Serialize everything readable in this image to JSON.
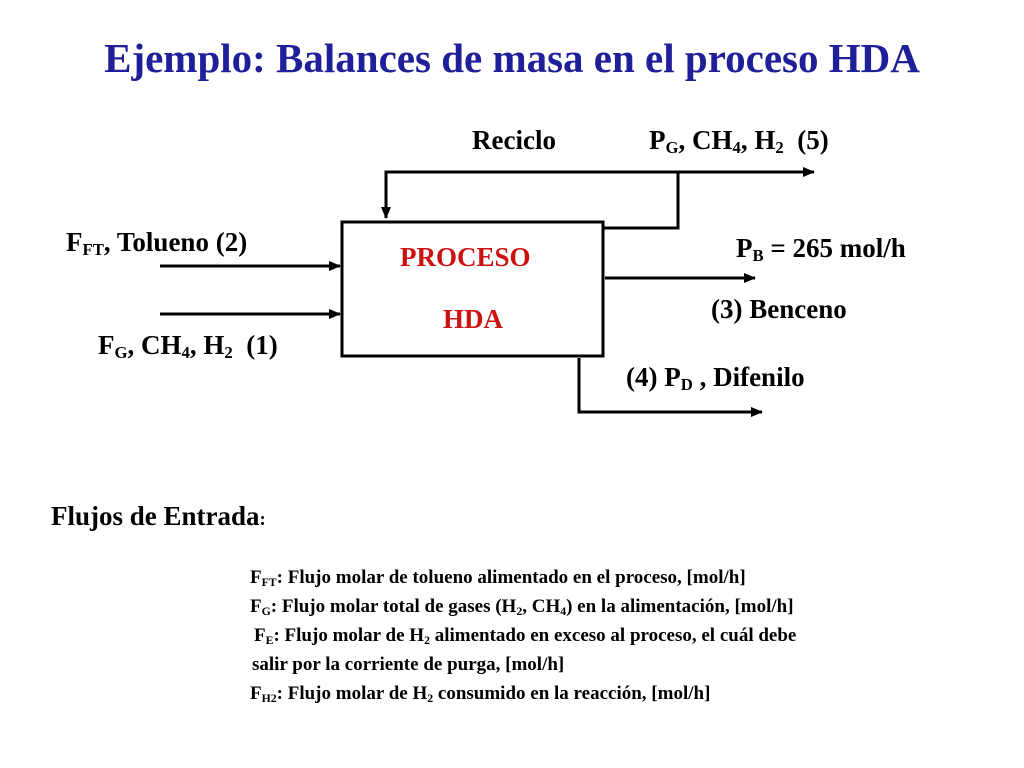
{
  "title": "Ejemplo: Balances de masa en el proceso HDA",
  "process_box": {
    "line1": "PROCESO",
    "line2": "HDA"
  },
  "streams": {
    "reciclo": {
      "label": "Reciclo"
    },
    "s5": {
      "v": "P",
      "v_sub": "G",
      "t1": ", CH",
      "t1_sub": "4",
      "t2": ", H",
      "t2_sub": "2",
      "num": "(5)"
    },
    "s2": {
      "v": "F",
      "v_sub": "FT",
      "rest": ",  Tolueno  (2)"
    },
    "s1": {
      "v": "F",
      "v_sub": "G",
      "t1": ",  CH",
      "t1_sub": "4",
      "t2": ", H",
      "t2_sub": "2",
      "num": "(1)"
    },
    "pb": {
      "v": "P",
      "v_sub": "B",
      "rest": " = 265 mol/h"
    },
    "s3": {
      "label": "(3) Benceno"
    },
    "s4": {
      "pre": "(4) P",
      "pre_sub": "D",
      "rest": " , Difenilo"
    }
  },
  "section_heading": {
    "text": "Flujos de Entrada",
    "colon": ":"
  },
  "definitions": {
    "fft": {
      "v": "F",
      "v_sub": "FT",
      "text": ": Flujo molar de tolueno alimentado en el proceso, [mol/h]"
    },
    "fg": {
      "v": "F",
      "v_sub": "G",
      "t1": ":   Flujo molar total de gases (H",
      "t1_sub": "2",
      "t2": ", CH",
      "t2_sub": "4",
      "t3": ") en la alimentación, [mol/h]"
    },
    "fe": {
      "v": "F",
      "v_sub": "E",
      "t1": ":  Flujo molar de H",
      "t1_sub": "2",
      "t2": " alimentado en exceso al proceso, el cuál debe"
    },
    "fe_cont": {
      "text": "salir por la corriente de purga, [mol/h]"
    },
    "fh2": {
      "v": "F",
      "v_sub": "H2",
      "t1": ": Flujo molar de H",
      "t1_sub": "2",
      "t2": " consumido en la reacción, [mol/h]"
    }
  }
}
